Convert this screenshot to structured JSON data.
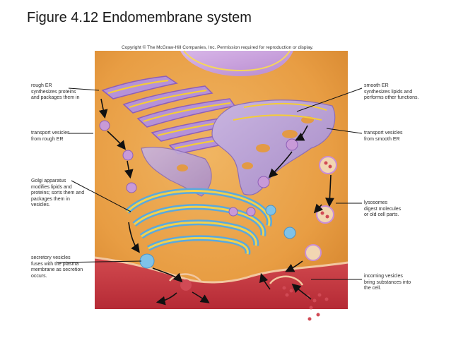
{
  "title": "Figure 4.12 Endomembrane system",
  "copyright": "Copyright © The McGraw-Hill Companies, Inc. Permission required for reproduction or display.",
  "labels": {
    "rough_er": [
      "rough ER",
      "synthesizes proteins",
      "and packages them in"
    ],
    "transport_rough": [
      "transport vesicles",
      "from rough ER"
    ],
    "golgi": [
      "Golgi apparatus",
      "modifies lipids and",
      "proteins; sorts them and",
      "packages them in",
      "vesicles."
    ],
    "secretory": [
      "secretory vesicles",
      "fuses with the plasma",
      "membrane as secretion",
      "occurs."
    ],
    "smooth_er": [
      "smooth ER",
      "synthesizes lipids and",
      "performs other functions."
    ],
    "transport_smooth": [
      "transport vesicles",
      "from smooth ER"
    ],
    "lysosomes": [
      "lysosomes",
      "digest molecules",
      "or old cell parts."
    ],
    "incoming": [
      "incoming vesicles",
      "bring substances into",
      "the cell."
    ]
  },
  "colors": {
    "cytoplasm": "#e8a24a",
    "membrane": "#c98ed6",
    "er_lumen": "#f6d040",
    "golgi_blue": "#6fb9e6",
    "plasma_membrane": "#b5303a"
  }
}
